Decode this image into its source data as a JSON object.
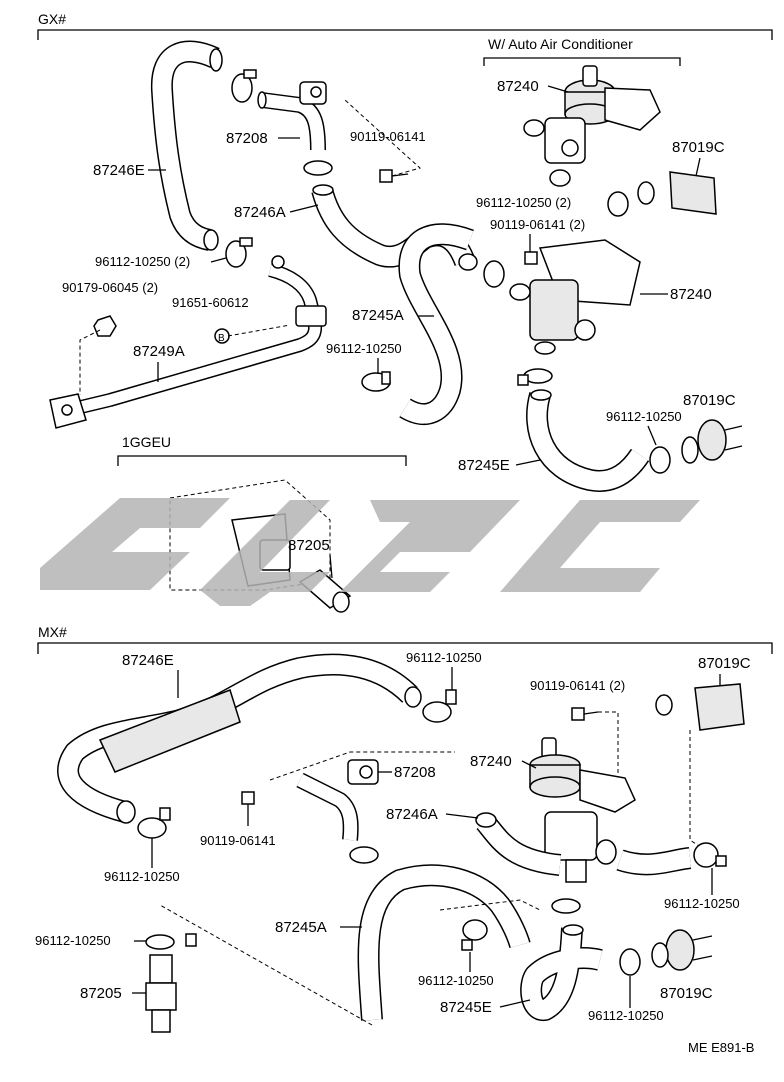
{
  "sections": {
    "gx": "GX#",
    "gx_auto_ac": "W/ Auto Air Conditioner",
    "ggeu": "1GGEU",
    "mx": "MX#"
  },
  "labels": {
    "gx_87246e": "87246E",
    "gx_87208": "87208",
    "gx_90119_06141": "90119-06141",
    "gx_87246a": "87246A",
    "gx_96112_10250_2": "96112-10250 (2)",
    "gx_90179_06045_2": "90179-06045 (2)",
    "gx_91651_60612": "91651-60612",
    "gx_87249a": "87249A",
    "gx_87245a": "87245A",
    "gx_96112_10250": "96112-10250",
    "gx_87240_top": "87240",
    "gx_87019c_top": "87019C",
    "gx_ac_96112_10250_2": "96112-10250 (2)",
    "gx_ac_90119_06141_2": "90119-06141 (2)",
    "gx_87240_mid": "87240",
    "gx_87019c_mid": "87019C",
    "gx_ac_96112_10250": "96112-10250",
    "gx_87245e": "87245E",
    "ggeu_87205": "87205",
    "mx_87246e": "87246E",
    "mx_96112_10250_top": "96112-10250",
    "mx_90119_06141_2": "90119-06141 (2)",
    "mx_87019c_top": "87019C",
    "mx_87208": "87208",
    "mx_87240": "87240",
    "mx_90119_06141": "90119-06141",
    "mx_87246a": "87246A",
    "mx_96112_10250_left": "96112-10250",
    "mx_96112_10250_right": "96112-10250",
    "mx_96112_10250_clamp": "96112-10250",
    "mx_87245a": "87245A",
    "mx_87205": "87205",
    "mx_96112_10250_bottom_mid": "96112-10250",
    "mx_87245e": "87245E",
    "mx_96112_10250_bottom_right": "96112-10250",
    "mx_87019c_bottom": "87019C"
  },
  "callout_letter": "B",
  "footer_code": "ME E891-B",
  "watermark": "logo-watermark"
}
